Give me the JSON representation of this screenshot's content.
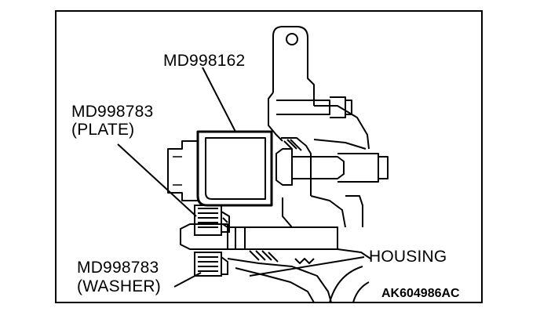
{
  "figure_id": "AK604986AC",
  "labels": {
    "tool_main": "MD998162",
    "plate_code": "MD998783",
    "plate_name": "(PLATE)",
    "washer_code": "MD998783",
    "washer_name": "(WASHER)",
    "housing": "HOUSING"
  },
  "colors": {
    "ink": "#000000",
    "paper": "#ffffff"
  }
}
